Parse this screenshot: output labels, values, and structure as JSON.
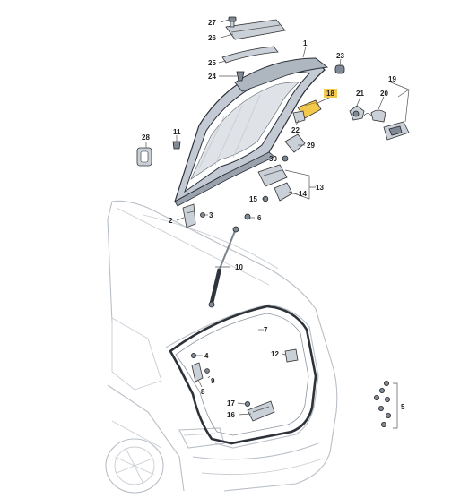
{
  "diagram": {
    "highlight_color": "#f2c94c",
    "line_color": "#444444",
    "part_fill": "#c9d0d8",
    "callouts": [
      {
        "id": "c1",
        "text": "1"
      },
      {
        "id": "c2",
        "text": "2"
      },
      {
        "id": "c3",
        "text": "3"
      },
      {
        "id": "c4",
        "text": "4"
      },
      {
        "id": "c5",
        "text": "5"
      },
      {
        "id": "c6",
        "text": "6"
      },
      {
        "id": "c7",
        "text": "7"
      },
      {
        "id": "c8",
        "text": "8"
      },
      {
        "id": "c9",
        "text": "9"
      },
      {
        "id": "c10",
        "text": "10"
      },
      {
        "id": "c11",
        "text": "11"
      },
      {
        "id": "c12",
        "text": "12"
      },
      {
        "id": "c13",
        "text": "13"
      },
      {
        "id": "c14",
        "text": "14"
      },
      {
        "id": "c15",
        "text": "15"
      },
      {
        "id": "c16",
        "text": "16"
      },
      {
        "id": "c17",
        "text": "17"
      },
      {
        "id": "c18",
        "text": "18",
        "highlighted": true
      },
      {
        "id": "c19",
        "text": "19"
      },
      {
        "id": "c20",
        "text": "20"
      },
      {
        "id": "c21",
        "text": "21"
      },
      {
        "id": "c22",
        "text": "22"
      },
      {
        "id": "c23",
        "text": "23"
      },
      {
        "id": "c24",
        "text": "24"
      },
      {
        "id": "c25",
        "text": "25"
      },
      {
        "id": "c26",
        "text": "26"
      },
      {
        "id": "c27",
        "text": "27"
      },
      {
        "id": "c28",
        "text": "28"
      },
      {
        "id": "c29",
        "text": "29"
      },
      {
        "id": "c30",
        "text": "30"
      }
    ]
  }
}
